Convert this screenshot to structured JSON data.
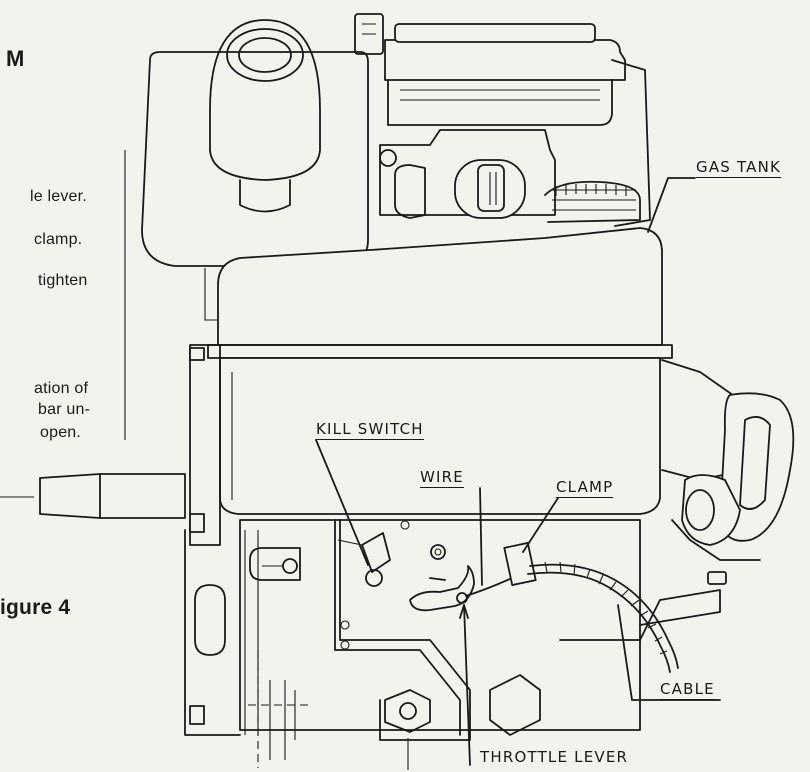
{
  "left_text": {
    "heading": "M",
    "lines": [
      "le lever.",
      "clamp.",
      "tighten",
      "ation of",
      "bar un-",
      "open."
    ],
    "figure_label": "igure 4"
  },
  "labels": {
    "gas_tank": "GAS TANK",
    "kill_switch": "KILL SWITCH",
    "wire": "WIRE",
    "clamp": "CLAMP",
    "cable": "CABLE",
    "throttle_lever": "THROTTLE LEVER"
  }
}
